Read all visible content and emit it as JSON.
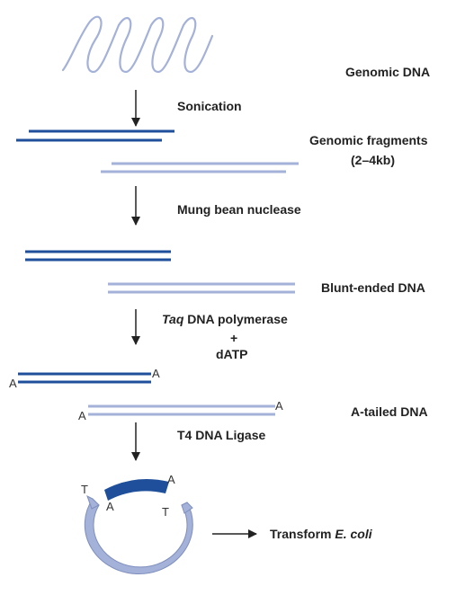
{
  "colors": {
    "dark_strand": "#1f4f9a",
    "light_strand": "#a4b1d8",
    "arrow": "#222222",
    "text": "#222222"
  },
  "steps": {
    "genomic_dna": "Genomic DNA",
    "sonication": "Sonication",
    "genomic_fragments_line1": "Genomic fragments",
    "genomic_fragments_line2": "(2–4kb)",
    "mung_bean": "Mung bean nuclease",
    "blunt_ended": "Blunt-ended DNA",
    "taq_italic": "Taq",
    "taq_rest": " DNA polymerase",
    "plus": "+",
    "datp": "dATP",
    "a_tailed": "A-tailed DNA",
    "t4_ligase": "T4 DNA Ligase",
    "transform_prefix": "Transform ",
    "transform_italic": "E. coli"
  },
  "overhangs": {
    "a": "A",
    "t": "T"
  }
}
